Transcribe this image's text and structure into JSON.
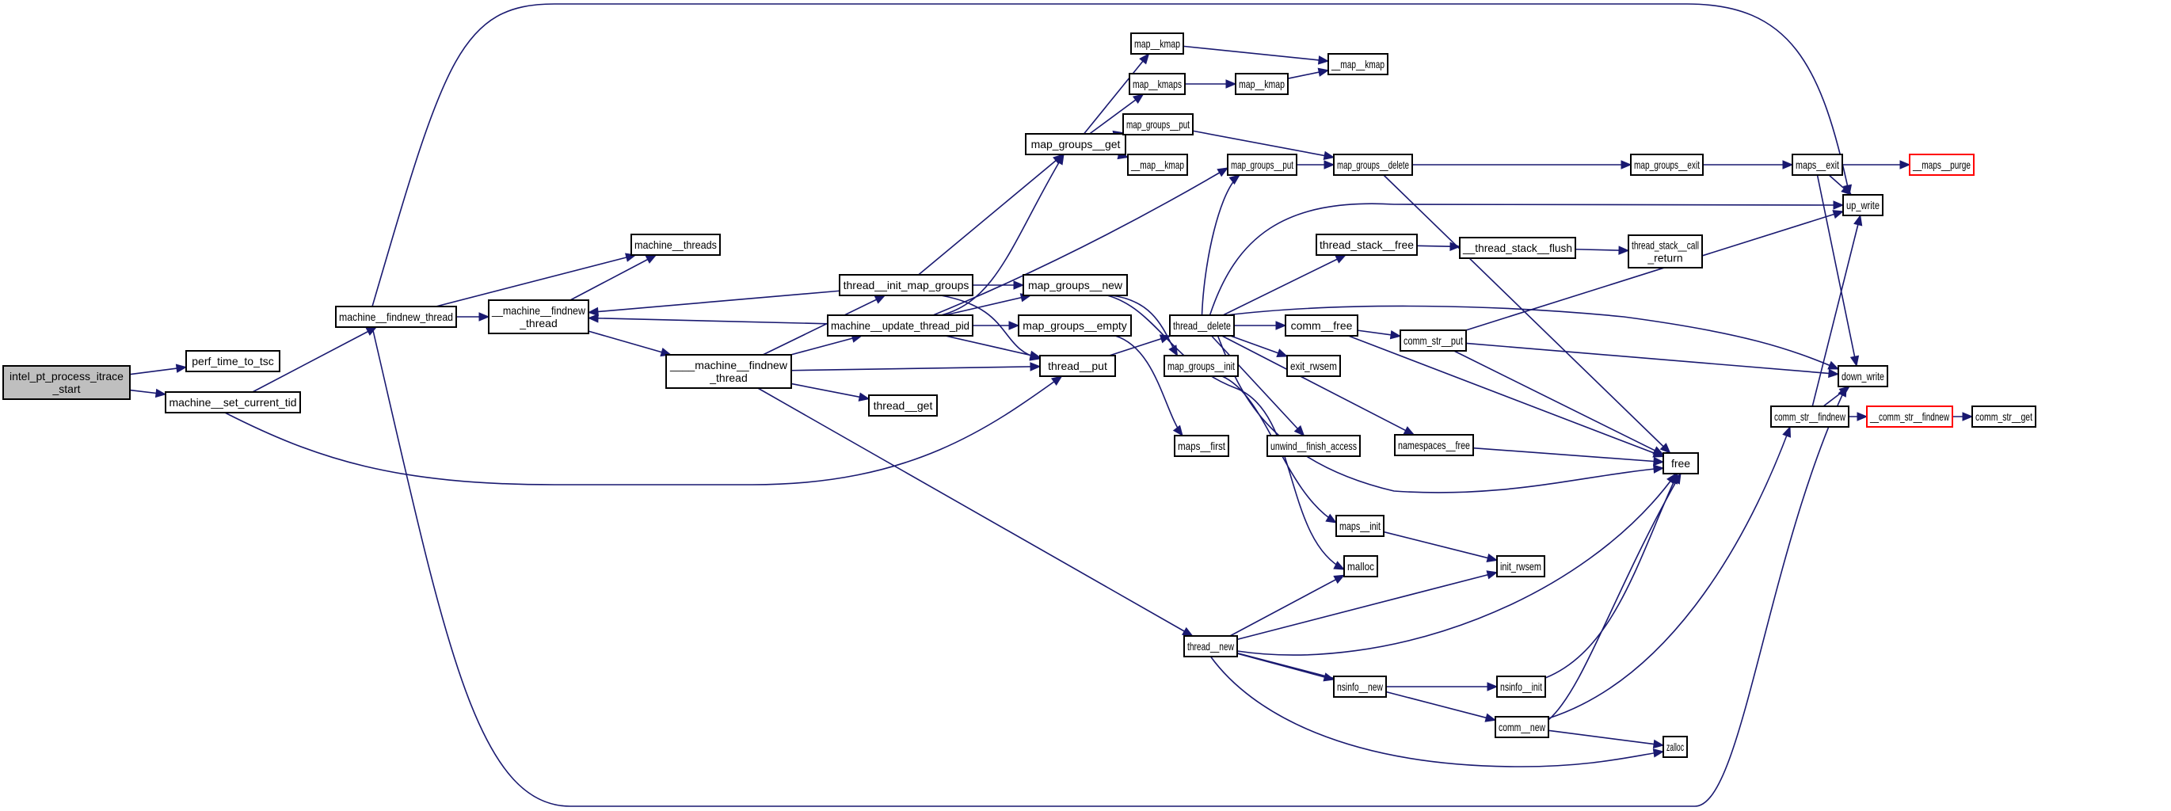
{
  "title": "Call graph of intel_pt_process_itrace_start",
  "colors": {
    "edge": "#191970",
    "root_fill": "#bfbfbf",
    "truncated_border": "#ff0000",
    "node_border": "#000000"
  },
  "nodes": [
    {
      "id": "root",
      "label": [
        "intel_pt_process_itrace",
        "_start"
      ],
      "kind": "root"
    },
    {
      "id": "perf_time_to_tsc",
      "label": [
        "perf_time_to_tsc"
      ]
    },
    {
      "id": "machine__set_current_tid",
      "label": [
        "machine__set_current_tid"
      ]
    },
    {
      "id": "machine__findnew_thread",
      "label": [
        "machine__findnew_thread"
      ]
    },
    {
      "id": "__machine__findnew_thread",
      "label": [
        "__machine__findnew",
        "_thread"
      ]
    },
    {
      "id": "machine__threads",
      "label": [
        "machine__threads"
      ]
    },
    {
      "id": "____machine__findnew_thread",
      "label": [
        "____machine__findnew",
        "_thread"
      ]
    },
    {
      "id": "thread__init_map_groups",
      "label": [
        "thread__init_map_groups"
      ]
    },
    {
      "id": "machine__update_thread_pid",
      "label": [
        "machine__update_thread_pid"
      ]
    },
    {
      "id": "thread__get",
      "label": [
        "thread__get"
      ]
    },
    {
      "id": "thread__put",
      "label": [
        "thread__put"
      ]
    },
    {
      "id": "map_groups__get",
      "label": [
        "map_groups__get"
      ]
    },
    {
      "id": "map_groups__new",
      "label": [
        "map_groups__new"
      ]
    },
    {
      "id": "map_groups__empty",
      "label": [
        "map_groups__empty"
      ]
    },
    {
      "id": "map__kmap_a",
      "label": [
        "map__kmap"
      ]
    },
    {
      "id": "map__kmaps",
      "label": [
        "map__kmaps"
      ]
    },
    {
      "id": "map_groups__put_a",
      "label": [
        "map_groups__put"
      ]
    },
    {
      "id": "__map__kmap_a",
      "label": [
        "__map__kmap"
      ]
    },
    {
      "id": "map__kmap_b",
      "label": [
        "map__kmap"
      ]
    },
    {
      "id": "__map__kmap_b",
      "label": [
        "__map__kmap"
      ]
    },
    {
      "id": "map_groups__put_b",
      "label": [
        "map_groups__put"
      ]
    },
    {
      "id": "map_groups__delete",
      "label": [
        "map_groups__delete"
      ]
    },
    {
      "id": "map_groups__exit",
      "label": [
        "map_groups__exit"
      ]
    },
    {
      "id": "maps__exit",
      "label": [
        "maps__exit"
      ]
    },
    {
      "id": "__maps__purge",
      "label": [
        "__maps__purge"
      ],
      "kind": "truncated"
    },
    {
      "id": "up_write",
      "label": [
        "up_write"
      ]
    },
    {
      "id": "thread__delete",
      "label": [
        "thread__delete"
      ]
    },
    {
      "id": "map_groups__init",
      "label": [
        "map_groups__init"
      ]
    },
    {
      "id": "maps__first",
      "label": [
        "maps__first"
      ]
    },
    {
      "id": "thread_stack__free",
      "label": [
        "thread_stack__free"
      ]
    },
    {
      "id": "__thread_stack__flush",
      "label": [
        "__thread_stack__flush"
      ]
    },
    {
      "id": "thread_stack__call_return",
      "label": [
        "thread_stack__call",
        "_return"
      ]
    },
    {
      "id": "comm__free",
      "label": [
        "comm__free"
      ]
    },
    {
      "id": "comm_str__put",
      "label": [
        "comm_str__put"
      ]
    },
    {
      "id": "exit_rwsem",
      "label": [
        "exit_rwsem"
      ]
    },
    {
      "id": "unwind__finish_access",
      "label": [
        "unwind__finish_access"
      ]
    },
    {
      "id": "namespaces__free",
      "label": [
        "namespaces__free"
      ]
    },
    {
      "id": "free",
      "label": [
        "free"
      ]
    },
    {
      "id": "down_write",
      "label": [
        "down_write"
      ]
    },
    {
      "id": "comm_str__findnew",
      "label": [
        "comm_str__findnew"
      ]
    },
    {
      "id": "__comm_str__findnew",
      "label": [
        "__comm_str__findnew"
      ],
      "kind": "truncated"
    },
    {
      "id": "comm_str__get",
      "label": [
        "comm_str__get"
      ]
    },
    {
      "id": "maps__init",
      "label": [
        "maps__init"
      ]
    },
    {
      "id": "malloc",
      "label": [
        "malloc"
      ]
    },
    {
      "id": "init_rwsem",
      "label": [
        "init_rwsem"
      ]
    },
    {
      "id": "thread__new",
      "label": [
        "thread__new"
      ]
    },
    {
      "id": "nsinfo__new",
      "label": [
        "nsinfo__new"
      ]
    },
    {
      "id": "nsinfo__init",
      "label": [
        "nsinfo__init"
      ]
    },
    {
      "id": "comm__new",
      "label": [
        "comm__new"
      ]
    },
    {
      "id": "zalloc",
      "label": [
        "zalloc"
      ]
    }
  ],
  "edges": [
    [
      "root",
      "perf_time_to_tsc"
    ],
    [
      "root",
      "machine__set_current_tid"
    ],
    [
      "machine__set_current_tid",
      "machine__findnew_thread"
    ],
    [
      "machine__set_current_tid",
      "thread__put"
    ],
    [
      "machine__findnew_thread",
      "__machine__findnew_thread"
    ],
    [
      "machine__findnew_thread",
      "machine__threads"
    ],
    [
      "machine__findnew_thread",
      "up_write"
    ],
    [
      "machine__findnew_thread",
      "down_write"
    ],
    [
      "__machine__findnew_thread",
      "machine__threads"
    ],
    [
      "__machine__findnew_thread",
      "____machine__findnew_thread"
    ],
    [
      "____machine__findnew_thread",
      "thread__init_map_groups"
    ],
    [
      "____machine__findnew_thread",
      "machine__update_thread_pid"
    ],
    [
      "____machine__findnew_thread",
      "thread__put"
    ],
    [
      "____machine__findnew_thread",
      "thread__get"
    ],
    [
      "____machine__findnew_thread",
      "thread__new"
    ],
    [
      "thread__init_map_groups",
      "__machine__findnew_thread"
    ],
    [
      "thread__init_map_groups",
      "map_groups__get"
    ],
    [
      "thread__init_map_groups",
      "map_groups__new"
    ],
    [
      "thread__init_map_groups",
      "thread__put"
    ],
    [
      "machine__update_thread_pid",
      "__machine__findnew_thread"
    ],
    [
      "machine__update_thread_pid",
      "map_groups__get"
    ],
    [
      "machine__update_thread_pid",
      "map_groups__new"
    ],
    [
      "machine__update_thread_pid",
      "map_groups__empty"
    ],
    [
      "machine__update_thread_pid",
      "map_groups__put_b"
    ],
    [
      "machine__update_thread_pid",
      "thread__put"
    ],
    [
      "thread__put",
      "thread__delete"
    ],
    [
      "map_groups__get",
      "map__kmap_a"
    ],
    [
      "map_groups__get",
      "map__kmaps"
    ],
    [
      "map_groups__get",
      "map_groups__put_a"
    ],
    [
      "map_groups__get",
      "__map__kmap_a"
    ],
    [
      "map__kmap_a",
      "__map__kmap_b"
    ],
    [
      "map__kmaps",
      "map__kmap_b"
    ],
    [
      "map__kmap_b",
      "__map__kmap_b"
    ],
    [
      "map_groups__put_a",
      "map_groups__delete"
    ],
    [
      "map_groups__new",
      "map_groups__init"
    ],
    [
      "map_groups__new",
      "malloc"
    ],
    [
      "map_groups__empty",
      "maps__first"
    ],
    [
      "thread__delete",
      "map_groups__put_b"
    ],
    [
      "thread__delete",
      "up_write"
    ],
    [
      "thread__delete",
      "thread_stack__free"
    ],
    [
      "thread__delete",
      "down_write"
    ],
    [
      "thread__delete",
      "comm__free"
    ],
    [
      "thread__delete",
      "exit_rwsem"
    ],
    [
      "thread__delete",
      "unwind__finish_access"
    ],
    [
      "thread__delete",
      "namespaces__free"
    ],
    [
      "thread__delete",
      "free"
    ],
    [
      "map_groups__put_b",
      "map_groups__delete"
    ],
    [
      "map_groups__delete",
      "map_groups__exit"
    ],
    [
      "map_groups__delete",
      "free"
    ],
    [
      "map_groups__exit",
      "maps__exit"
    ],
    [
      "maps__exit",
      "__maps__purge"
    ],
    [
      "maps__exit",
      "up_write"
    ],
    [
      "maps__exit",
      "down_write"
    ],
    [
      "map_groups__init",
      "maps__init"
    ],
    [
      "maps__init",
      "init_rwsem"
    ],
    [
      "thread_stack__free",
      "__thread_stack__flush"
    ],
    [
      "__thread_stack__flush",
      "thread_stack__call_return"
    ],
    [
      "comm__free",
      "comm_str__put"
    ],
    [
      "comm__free",
      "free"
    ],
    [
      "comm_str__put",
      "up_write"
    ],
    [
      "comm_str__put",
      "down_write"
    ],
    [
      "comm_str__put",
      "free"
    ],
    [
      "namespaces__free",
      "free"
    ],
    [
      "comm_str__findnew",
      "up_write"
    ],
    [
      "comm_str__findnew",
      "down_write"
    ],
    [
      "comm_str__findnew",
      "__comm_str__findnew"
    ],
    [
      "__comm_str__findnew",
      "comm_str__get"
    ],
    [
      "thread__new",
      "malloc"
    ],
    [
      "thread__new",
      "init_rwsem"
    ],
    [
      "thread__new",
      "free"
    ],
    [
      "thread__new",
      "nsinfo__new"
    ],
    [
      "thread__new",
      "comm__new"
    ],
    [
      "thread__new",
      "zalloc"
    ],
    [
      "nsinfo__new",
      "nsinfo__init"
    ],
    [
      "nsinfo__init",
      "free"
    ],
    [
      "comm__new",
      "free"
    ],
    [
      "comm__new",
      "comm_str__findnew"
    ],
    [
      "comm__new",
      "zalloc"
    ]
  ]
}
